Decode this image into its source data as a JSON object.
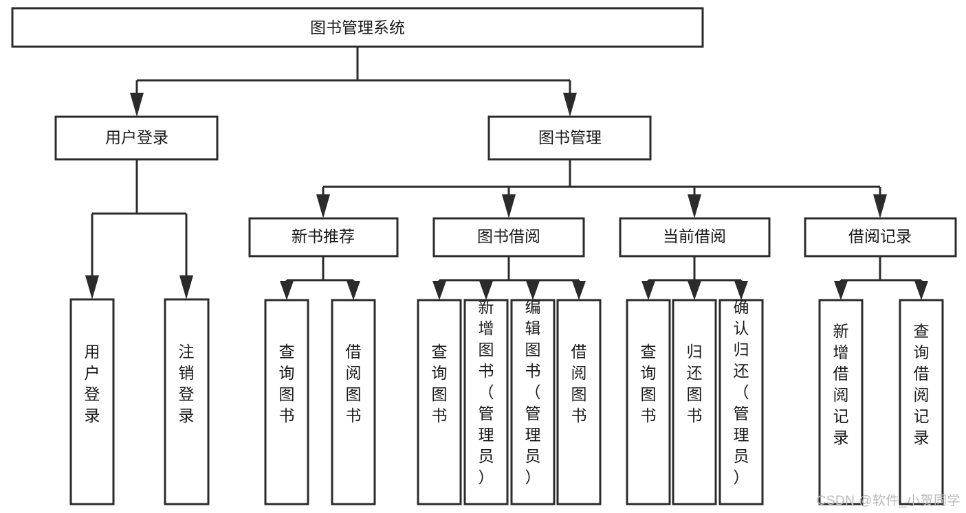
{
  "diagram": {
    "type": "tree-hierarchy",
    "title": "图书管理系统",
    "watermark": "CSDN @软件_小贺同学",
    "colors": {
      "box_stroke": "#2b2b2b",
      "box_fill": "#ffffff",
      "line": "#2b2b2b",
      "text": "#1a1a1a",
      "background": "#ffffff",
      "watermark": "#b9b9b9"
    },
    "root": {
      "label": "图书管理系统",
      "orientation": "horizontal"
    },
    "level2": [
      {
        "label": "用户登录",
        "orientation": "horizontal"
      },
      {
        "label": "图书管理",
        "orientation": "horizontal"
      }
    ],
    "level3": [
      {
        "label": "新书推荐",
        "orientation": "horizontal"
      },
      {
        "label": "图书借阅",
        "orientation": "horizontal"
      },
      {
        "label": "当前借阅",
        "orientation": "horizontal"
      },
      {
        "label": "借阅记录",
        "orientation": "horizontal"
      }
    ],
    "leaves": {
      "user_login": [
        {
          "label": "用户登录",
          "orientation": "vertical"
        },
        {
          "label": "注销登录",
          "orientation": "vertical"
        }
      ],
      "new_book_recommend": [
        {
          "label": "查询图书",
          "orientation": "vertical"
        },
        {
          "label": "借阅图书",
          "orientation": "vertical"
        }
      ],
      "book_borrow": [
        {
          "label": "查询图书",
          "orientation": "vertical"
        },
        {
          "label": "新增图书（管理员）",
          "orientation": "vertical"
        },
        {
          "label": "编辑图书（管理员）",
          "orientation": "vertical"
        },
        {
          "label": "借阅图书",
          "orientation": "vertical"
        }
      ],
      "current_borrow": [
        {
          "label": "查询图书",
          "orientation": "vertical"
        },
        {
          "label": "归还图书",
          "orientation": "vertical"
        },
        {
          "label": "确认归还（管理员）",
          "orientation": "vertical"
        }
      ],
      "borrow_record": [
        {
          "label": "新增借阅记录",
          "orientation": "vertical"
        },
        {
          "label": "查询借阅记录",
          "orientation": "vertical"
        }
      ]
    }
  }
}
